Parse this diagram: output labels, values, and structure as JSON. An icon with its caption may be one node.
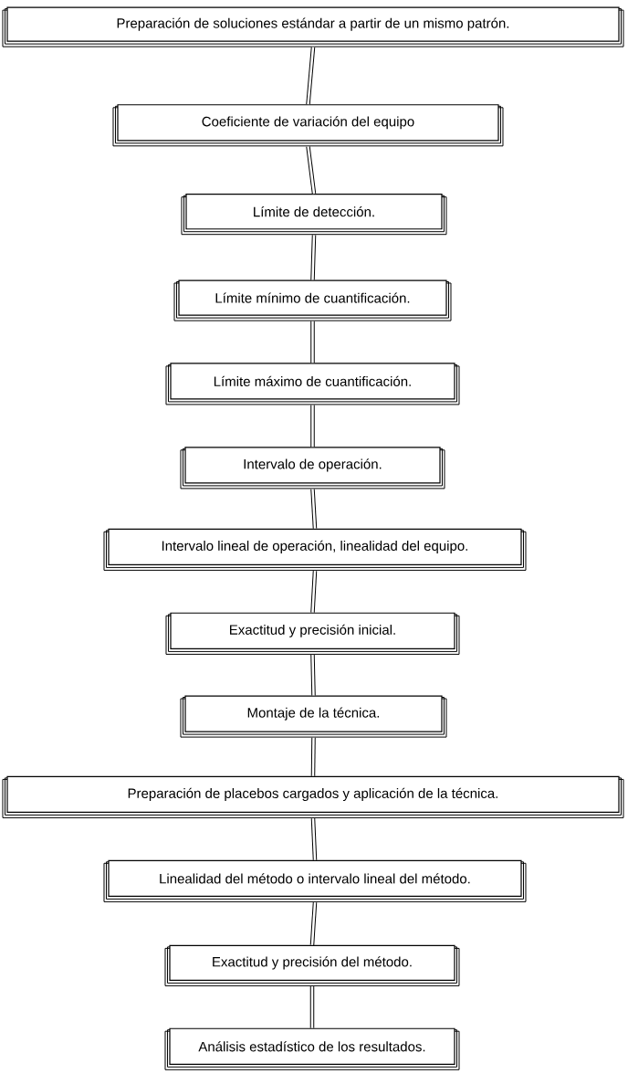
{
  "diagram": {
    "nodes": [
      {
        "text": [
          "Preparación de soluciones estándar a partir de un mismo patrón."
        ]
      },
      {
        "text": [
          "Coeficiente de variación del equipo"
        ]
      },
      {
        "text": [
          "Límite de detección."
        ]
      },
      {
        "text": [
          "Límite mínimo de cuantificación."
        ]
      },
      {
        "text": [
          "Límite máximo de cuantificación."
        ]
      },
      {
        "text": [
          "Intervalo de operación."
        ]
      },
      {
        "text": [
          "Intervalo lineal de operación, linealidad del equipo."
        ]
      },
      {
        "text": [
          "Exactitud y precisión inicial."
        ]
      },
      {
        "text": [
          "Montaje de la técnica."
        ]
      },
      {
        "text": [
          "Preparación de placebos cargados y aplicación de la técnica."
        ]
      },
      {
        "text": [
          "Linealidad del método o intervalo lineal del método."
        ]
      },
      {
        "text": [
          "Exactitud y precisión del método."
        ]
      },
      {
        "text": [
          "Análisis estadístico de los resultados."
        ]
      }
    ],
    "edges": [
      {
        "from": 0,
        "to": 1,
        "arrow": "none"
      },
      {
        "from": 1,
        "to": 2,
        "arrow": "none"
      },
      {
        "from": 2,
        "to": 3,
        "arrow": "none"
      },
      {
        "from": 3,
        "to": 4,
        "arrow": "none"
      },
      {
        "from": 4,
        "to": 5,
        "arrow": "none"
      },
      {
        "from": 5,
        "to": 6,
        "arrow": "none"
      },
      {
        "from": 6,
        "to": 7,
        "arrow": "none"
      },
      {
        "from": 7,
        "to": 8,
        "arrow": "none"
      },
      {
        "from": 8,
        "to": 9,
        "arrow": "none"
      },
      {
        "from": 9,
        "to": 10,
        "arrow": "none"
      },
      {
        "from": 10,
        "to": 11,
        "arrow": "none"
      },
      {
        "from": 11,
        "to": 12,
        "arrow": "none"
      }
    ]
  }
}
